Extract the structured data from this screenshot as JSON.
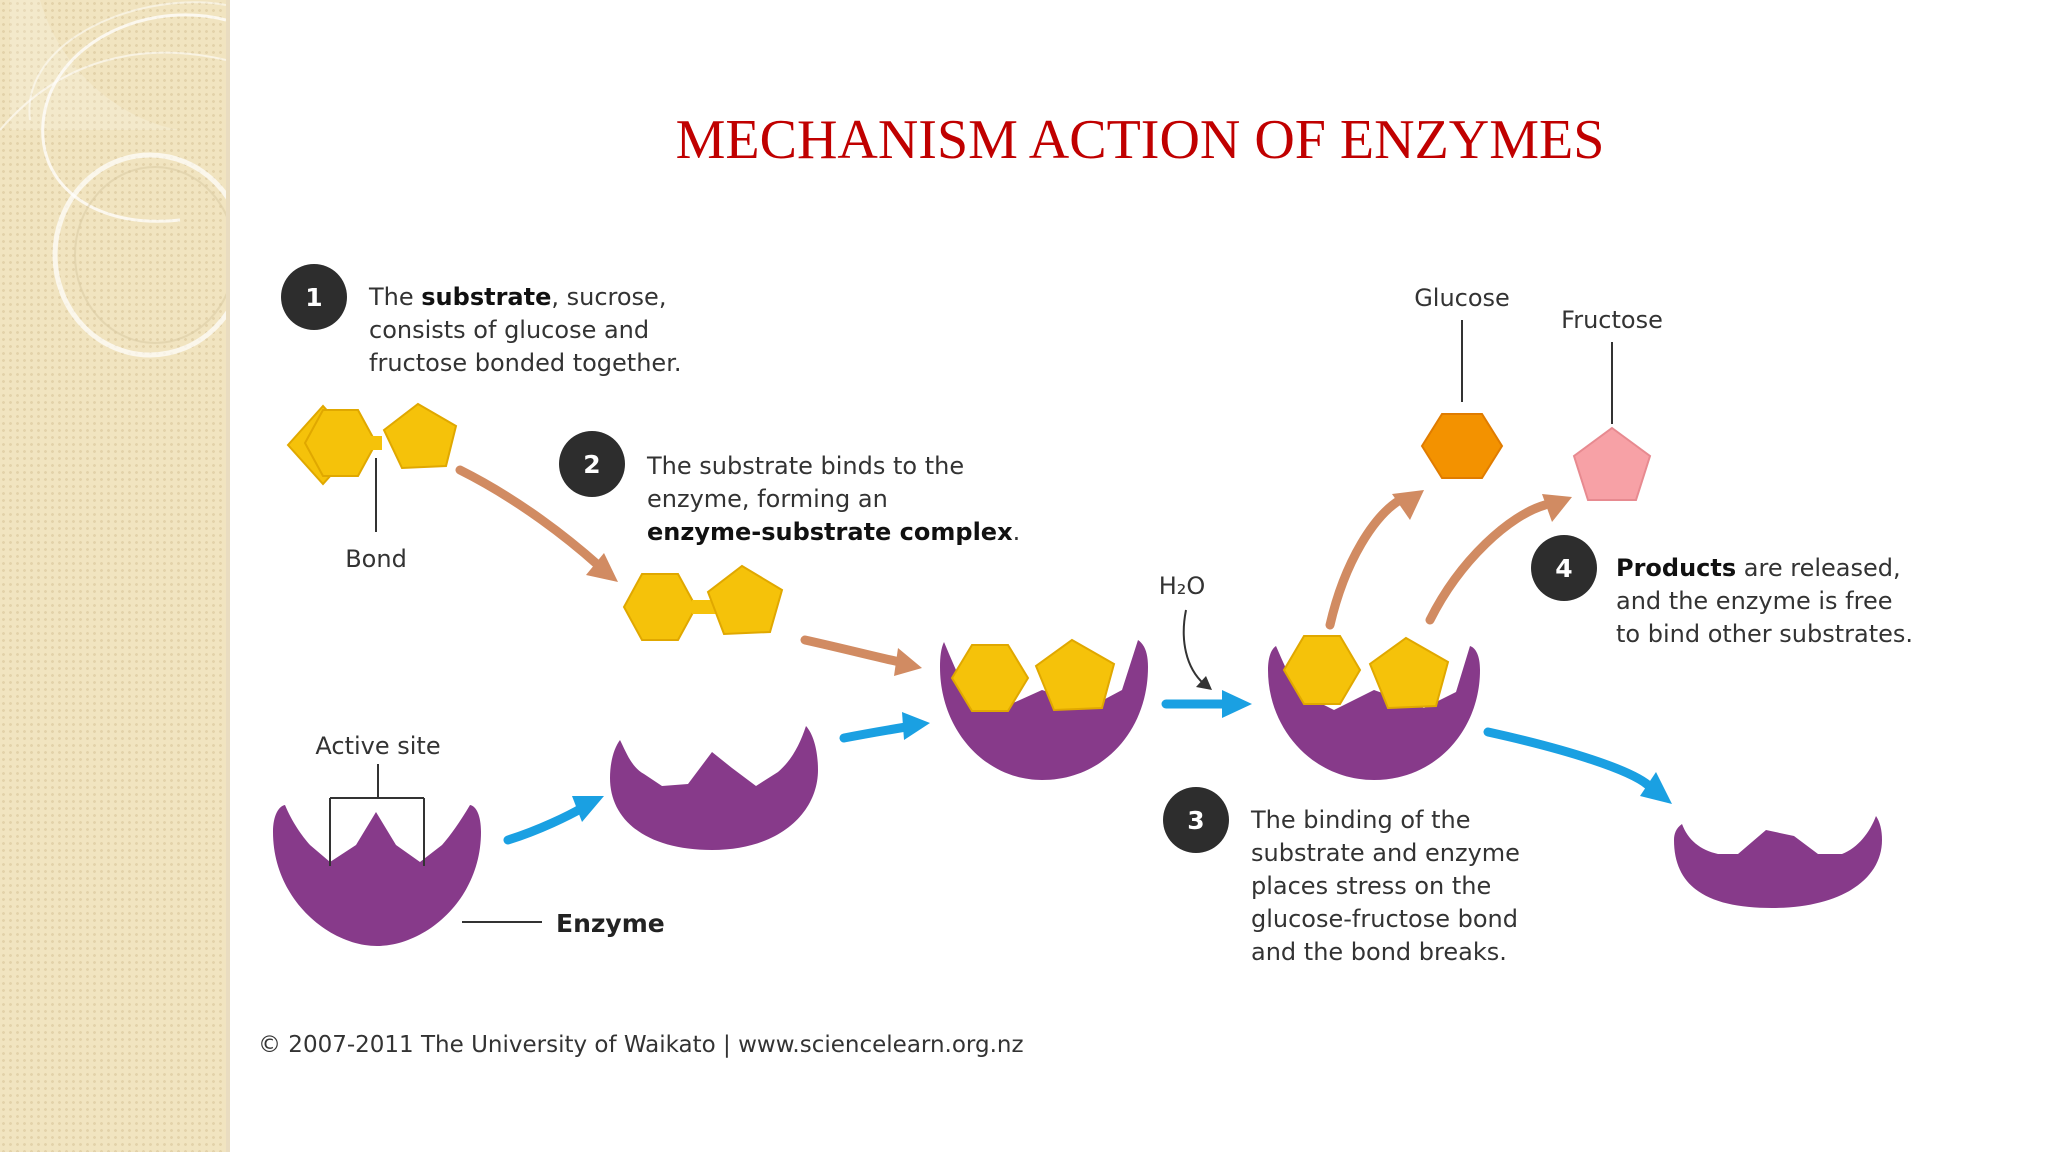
{
  "slide": {
    "title": "MECHANISM ACTION OF ENZYMES"
  },
  "steps": [
    {
      "number": "1",
      "lines": [
        [
          {
            "t": "The "
          },
          {
            "t": "substrate",
            "b": true
          },
          {
            "t": ", sucrose,"
          }
        ],
        [
          {
            "t": "consists of glucose and"
          }
        ],
        [
          {
            "t": "fructose bonded together."
          }
        ]
      ]
    },
    {
      "number": "2",
      "lines": [
        [
          {
            "t": "The substrate binds to the"
          }
        ],
        [
          {
            "t": "enzyme, forming an"
          }
        ],
        [
          {
            "t": "enzyme-substrate complex",
            "b": true
          },
          {
            "t": "."
          }
        ]
      ]
    },
    {
      "number": "3",
      "lines": [
        [
          {
            "t": "The binding of the"
          }
        ],
        [
          {
            "t": "substrate and enzyme"
          }
        ],
        [
          {
            "t": "places stress on the"
          }
        ],
        [
          {
            "t": "glucose-fructose bond"
          }
        ],
        [
          {
            "t": "and the bond breaks."
          }
        ]
      ]
    },
    {
      "number": "4",
      "lines": [
        [
          {
            "t": "Products",
            "b": true
          },
          {
            "t": " are released,"
          }
        ],
        [
          {
            "t": "and the enzyme is free"
          }
        ],
        [
          {
            "t": "to bind other substrates."
          }
        ]
      ]
    }
  ],
  "labels": {
    "bond": "Bond",
    "active_site": "Active site",
    "enzyme": "Enzyme",
    "water": "H₂O",
    "glucose": "Glucose",
    "fructose": "Fructose"
  },
  "copyright": "© 2007-2011 The University of Waikato | www.sciencelearn.org.nz",
  "colors": {
    "title": "#c00000",
    "substrate": "#f5c20a",
    "glucose_product": "#f39200",
    "fructose_product": "#f7a1a6",
    "enzyme": "#873a8a",
    "arrow_substrate": "#d18b62",
    "arrow_enzyme": "#1aa0e2"
  }
}
